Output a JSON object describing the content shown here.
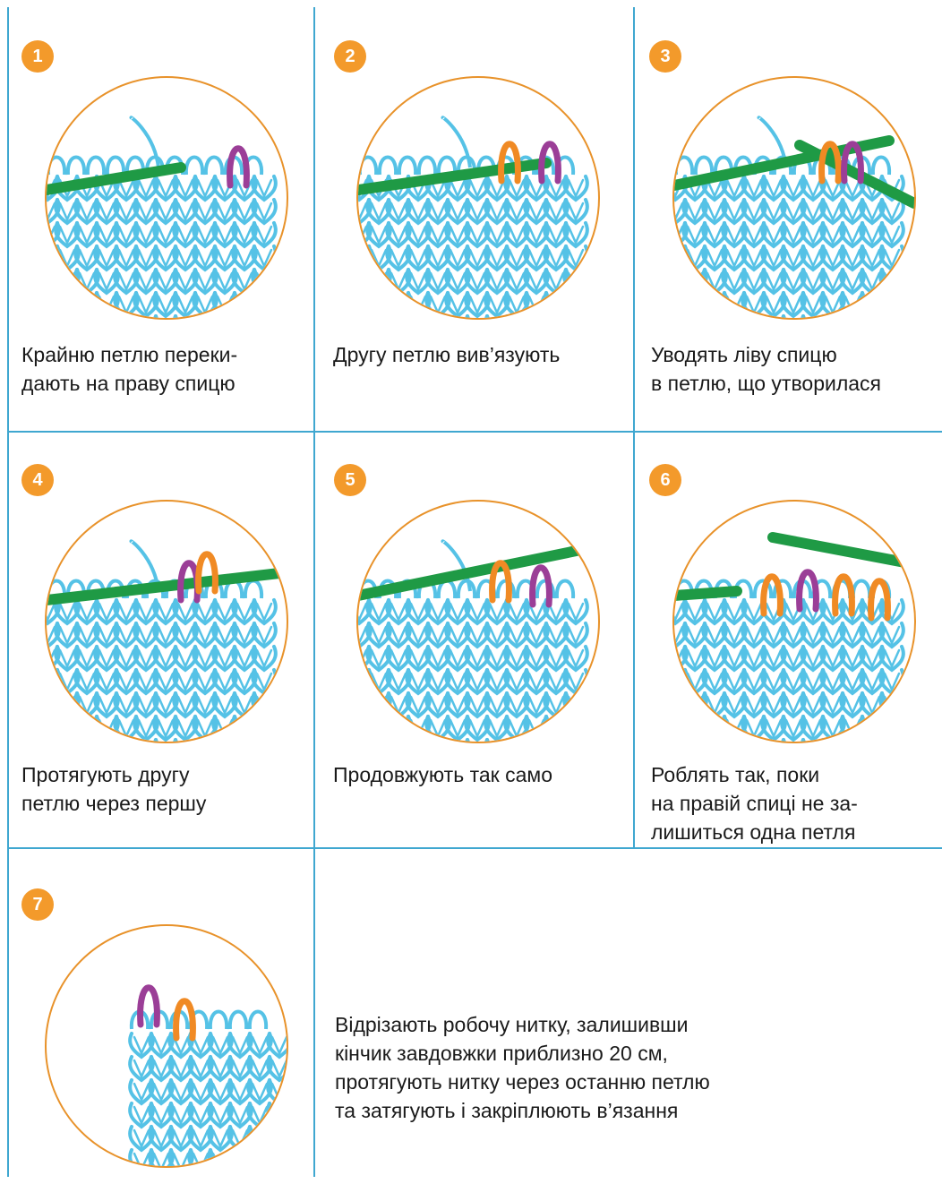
{
  "colors": {
    "grid_line": "#3fa7d0",
    "circle_border": "#e8922a",
    "badge_bg": "#f39a2b",
    "yarn": "#55c2e6",
    "needle": "#1f9a45",
    "active_loop_1": "#9b3e97",
    "active_loop_2": "#f08a24"
  },
  "steps": [
    {
      "number": "1",
      "caption": "Крайню петлю переки-\nдають на праву спицю"
    },
    {
      "number": "2",
      "caption": "Другу петлю вив’язують"
    },
    {
      "number": "3",
      "caption": "Уводять ліву спицю\nв петлю, що утворилася"
    },
    {
      "number": "4",
      "caption": "Протягують другу\nпетлю через першу"
    },
    {
      "number": "5",
      "caption": "Продовжують так само"
    },
    {
      "number": "6",
      "caption": "Роблять так, поки\nна правій спиці не за-\nлишиться одна петля"
    },
    {
      "number": "7",
      "caption": "Відрізають робочу нитку, залишивши\nкінчик завдовжки приблизно 20 см,\nпротягують нитку через останню петлю\nта затягують і закріплюють в’язання"
    }
  ]
}
